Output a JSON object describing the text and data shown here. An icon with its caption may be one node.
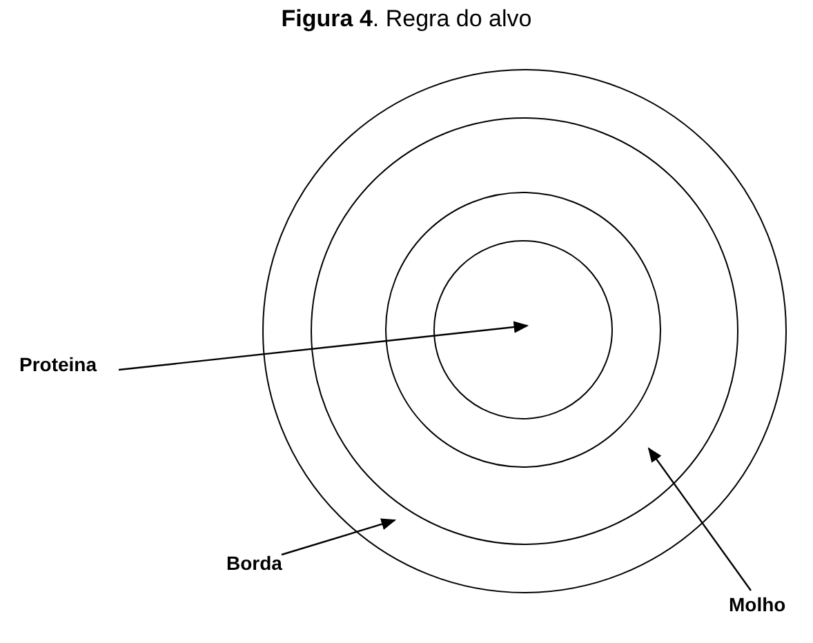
{
  "diagram": {
    "title": "**Figura 4**. Regra do alvo",
    "nodes": [
      {
        "text": [],
        "shape": "circle"
      },
      {
        "text": [],
        "shape": "circle",
        "in": 0
      },
      {
        "text": [],
        "shape": "circle",
        "in": 1
      },
      {
        "text": [],
        "shape": "circle",
        "in": 2
      },
      {
        "text": [
          "Proteina"
        ]
      },
      {
        "text": [
          "Borda"
        ]
      },
      {
        "text": [
          "Molho"
        ]
      }
    ],
    "edges": [
      {
        "from": 4,
        "to": 3,
        "arrow": "to"
      },
      {
        "from": 5,
        "to": 0,
        "arrow": "to"
      },
      {
        "from": 6,
        "to": 1,
        "arrow": "to"
      }
    ]
  }
}
